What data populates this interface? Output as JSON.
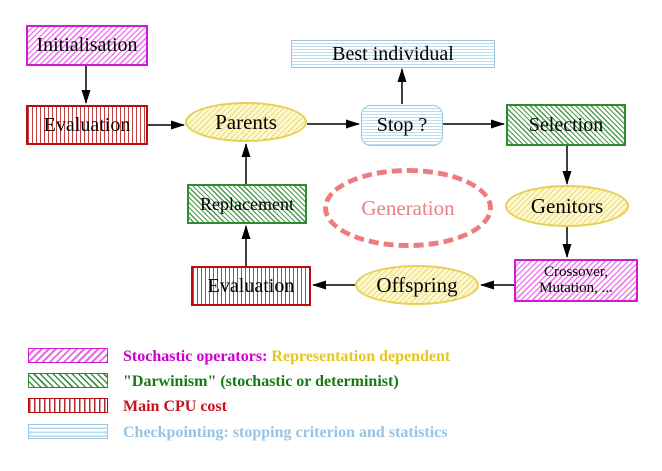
{
  "diagram": {
    "nodes": {
      "initialisation": {
        "label": "Initialisation"
      },
      "evaluation_top": {
        "label": "Evaluation"
      },
      "parents": {
        "label": "Parents"
      },
      "best_individual": {
        "label": "Best individual"
      },
      "stop": {
        "label": "Stop ?"
      },
      "selection": {
        "label": "Selection"
      },
      "genitors": {
        "label": "Genitors"
      },
      "crossover_mutation": {
        "line1": "Crossover,",
        "line2": "Mutation, ..."
      },
      "offspring": {
        "label": "Offspring"
      },
      "evaluation_bottom": {
        "label": "Evaluation"
      },
      "replacement": {
        "label": "Replacement"
      },
      "generation": {
        "label": "Generation"
      }
    },
    "colors": {
      "magenta": "#cc00cc",
      "red": "#c6131c",
      "dark_green": "#157a15",
      "light_blue": "#97c4e4",
      "gold": "#e6c520",
      "salmon_dashed": "#ee7c7c",
      "yellow_ellipse_border": "#e7cf56",
      "arrow": "#000000"
    }
  },
  "legend": {
    "items": [
      {
        "swatch": "magenta-diagonal-hatch",
        "segments": [
          {
            "text": "Stochastic operators:",
            "color": "#cc00cc"
          },
          {
            "text": "Representation dependent",
            "color": "#e6c520"
          }
        ]
      },
      {
        "swatch": "green-diagonal-hatch",
        "segments": [
          {
            "text": "\"Darwinism\" (stochastic or determinist)",
            "color": "#157a15"
          }
        ]
      },
      {
        "swatch": "red-vertical-stripes",
        "segments": [
          {
            "text": "Main CPU cost",
            "color": "#c6131c"
          }
        ]
      },
      {
        "swatch": "cyan-horizontal-stripes",
        "segments": [
          {
            "text": "Checkpointing: stopping criterion and statistics",
            "color": "#97c4e4"
          }
        ]
      }
    ]
  }
}
